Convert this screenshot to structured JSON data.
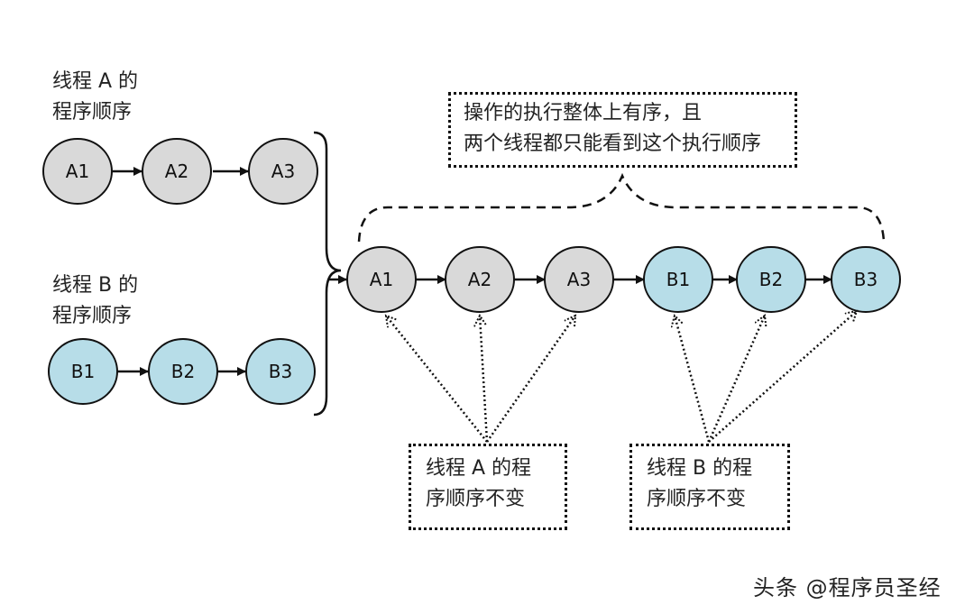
{
  "thread_a": {
    "label_line1": "线程 A 的",
    "label_line2": "程序顺序",
    "nodes": [
      "A1",
      "A2",
      "A3"
    ],
    "fill": "#d9d9d9"
  },
  "thread_b": {
    "label_line1": "线程 B 的",
    "label_line2": "程序顺序",
    "nodes": [
      "B1",
      "B2",
      "B3"
    ],
    "fill": "#b7dde8"
  },
  "merged": {
    "nodes": [
      {
        "label": "A1",
        "thread": "a"
      },
      {
        "label": "A2",
        "thread": "a"
      },
      {
        "label": "A3",
        "thread": "a"
      },
      {
        "label": "B1",
        "thread": "b"
      },
      {
        "label": "B2",
        "thread": "b"
      },
      {
        "label": "B3",
        "thread": "b"
      }
    ]
  },
  "top_note": {
    "line1": "操作的执行整体上有序，且",
    "line2": "两个线程都只能看到这个执行顺序"
  },
  "note_a": {
    "line1": "线程 A 的程",
    "line2": "序顺序不变"
  },
  "note_b": {
    "line1": "线程 B 的程",
    "line2": "序顺序不变"
  },
  "watermark": "头条 @程序员圣经"
}
